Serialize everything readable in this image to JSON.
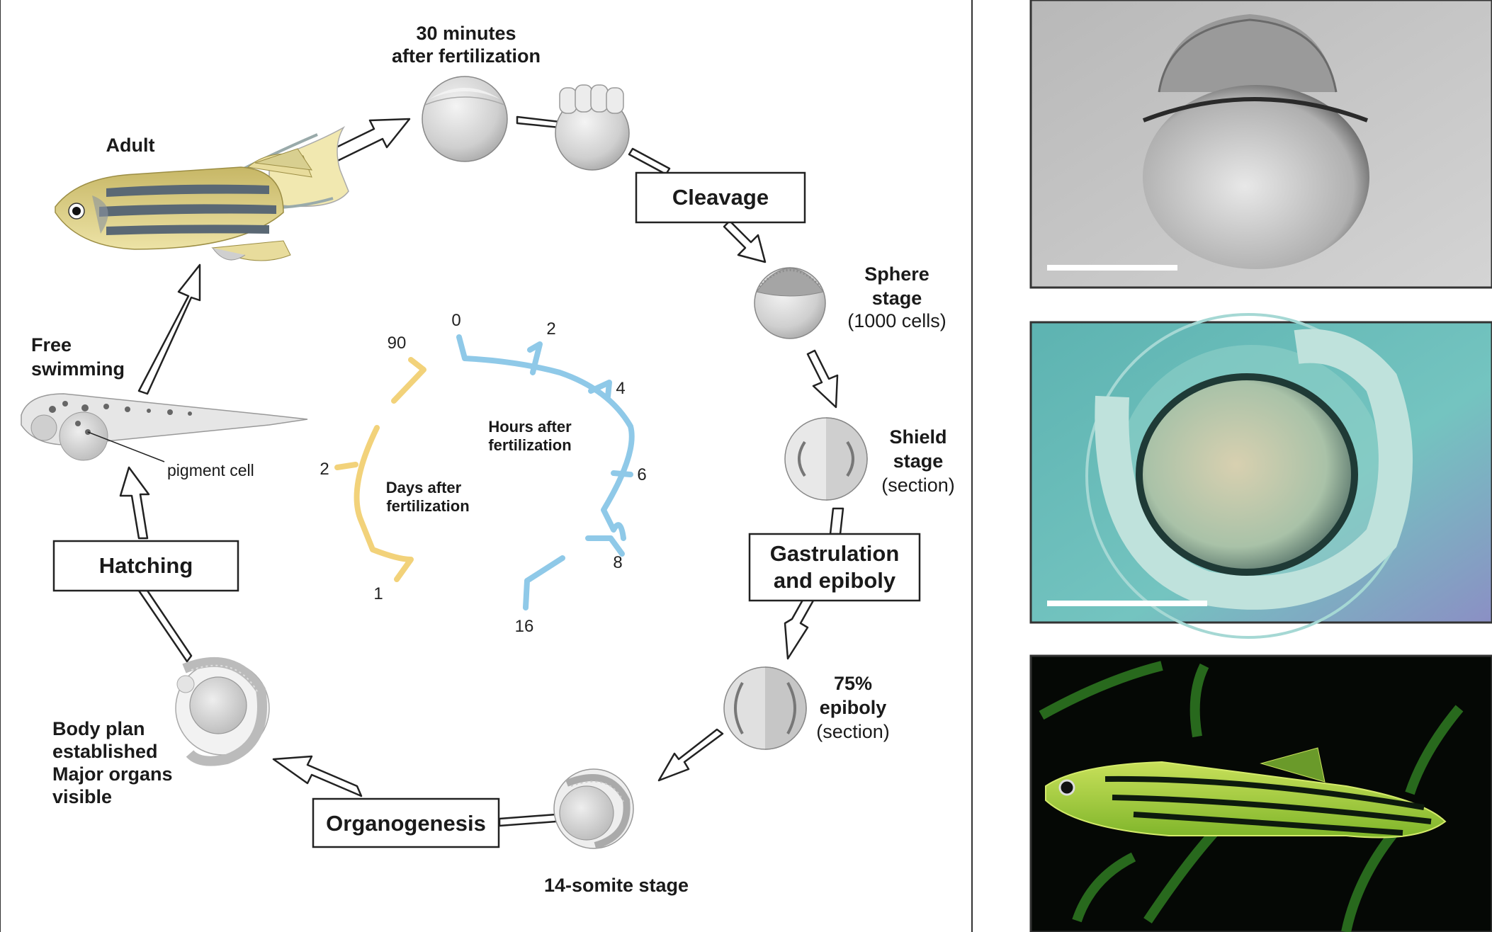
{
  "stages": {
    "thirty_min": [
      "30 minutes",
      "after fertilization"
    ],
    "adult": "Adult",
    "sphere": [
      "Sphere",
      "stage",
      "(1000 cells)"
    ],
    "shield": [
      "Shield",
      "stage",
      "(section)"
    ],
    "epiboly75": [
      "75%",
      "epiboly",
      "(section)"
    ],
    "somite14": "14-somite stage",
    "body_plan": [
      "Body plan",
      "established",
      "Major organs",
      "visible"
    ],
    "free_swimming": [
      "Free",
      "swimming"
    ],
    "pigment_cell": "pigment cell"
  },
  "process_boxes": {
    "cleavage": "Cleavage",
    "gastrulation": [
      "Gastrulation",
      "and epiboly"
    ],
    "organogenesis": "Organogenesis",
    "hatching": "Hatching"
  },
  "clock": {
    "hours_label": [
      "Hours after",
      "fertilization"
    ],
    "days_label": [
      "Days after",
      "fertilization"
    ],
    "hour_ticks": [
      "0",
      "2",
      "4",
      "6",
      "8",
      "16"
    ],
    "day_ticks": [
      "1",
      "2",
      "90"
    ]
  },
  "colors": {
    "hours_arc": "#8fc9e8",
    "days_arc": "#f2d27a",
    "embryo_fill": "#d9d9d9",
    "photo_border": "#333333"
  },
  "photos": [
    {
      "name": "blastula-photo",
      "scale_bar": true
    },
    {
      "name": "embryo-photo",
      "scale_bar": true
    },
    {
      "name": "adult-fish-photo",
      "scale_bar": false
    }
  ]
}
